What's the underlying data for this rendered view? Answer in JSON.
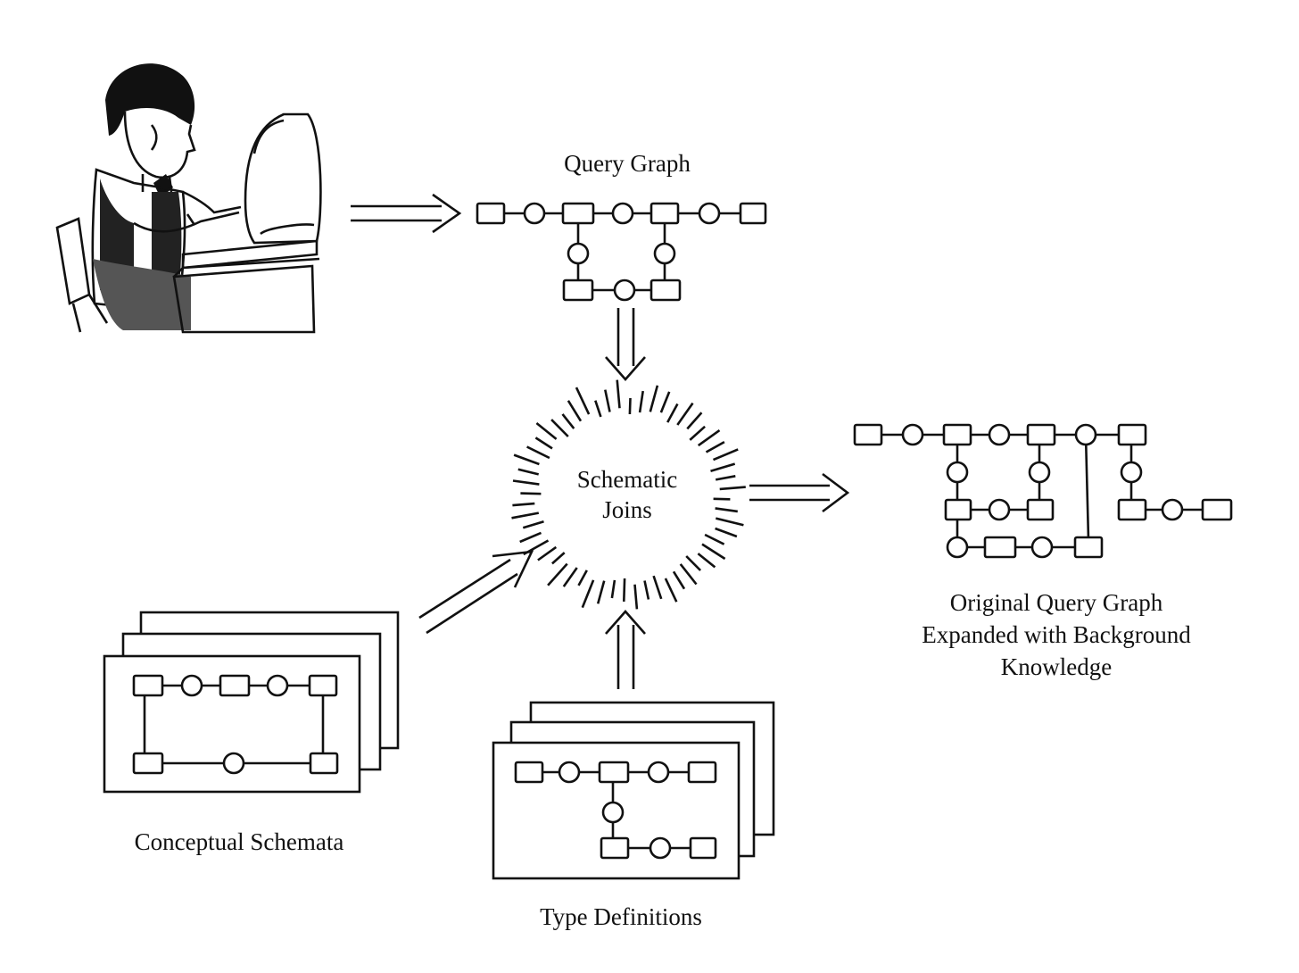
{
  "labels": {
    "query_graph": "Query Graph",
    "schematic_joins_line1": "Schematic",
    "schematic_joins_line2": "Joins",
    "expanded_line1": "Original Query Graph",
    "expanded_line2": "Expanded with Background",
    "expanded_line3": "Knowledge",
    "conceptual_schemata": "Conceptual Schemata",
    "type_definitions": "Type Definitions"
  },
  "nodes": {
    "concept_shape": "rectangle",
    "relation_shape": "circle"
  },
  "flows": [
    {
      "from": "user",
      "to": "query_graph"
    },
    {
      "from": "query_graph",
      "to": "schematic_joins"
    },
    {
      "from": "conceptual_schemata",
      "to": "schematic_joins"
    },
    {
      "from": "type_definitions",
      "to": "schematic_joins"
    },
    {
      "from": "schematic_joins",
      "to": "expanded_graph"
    }
  ]
}
